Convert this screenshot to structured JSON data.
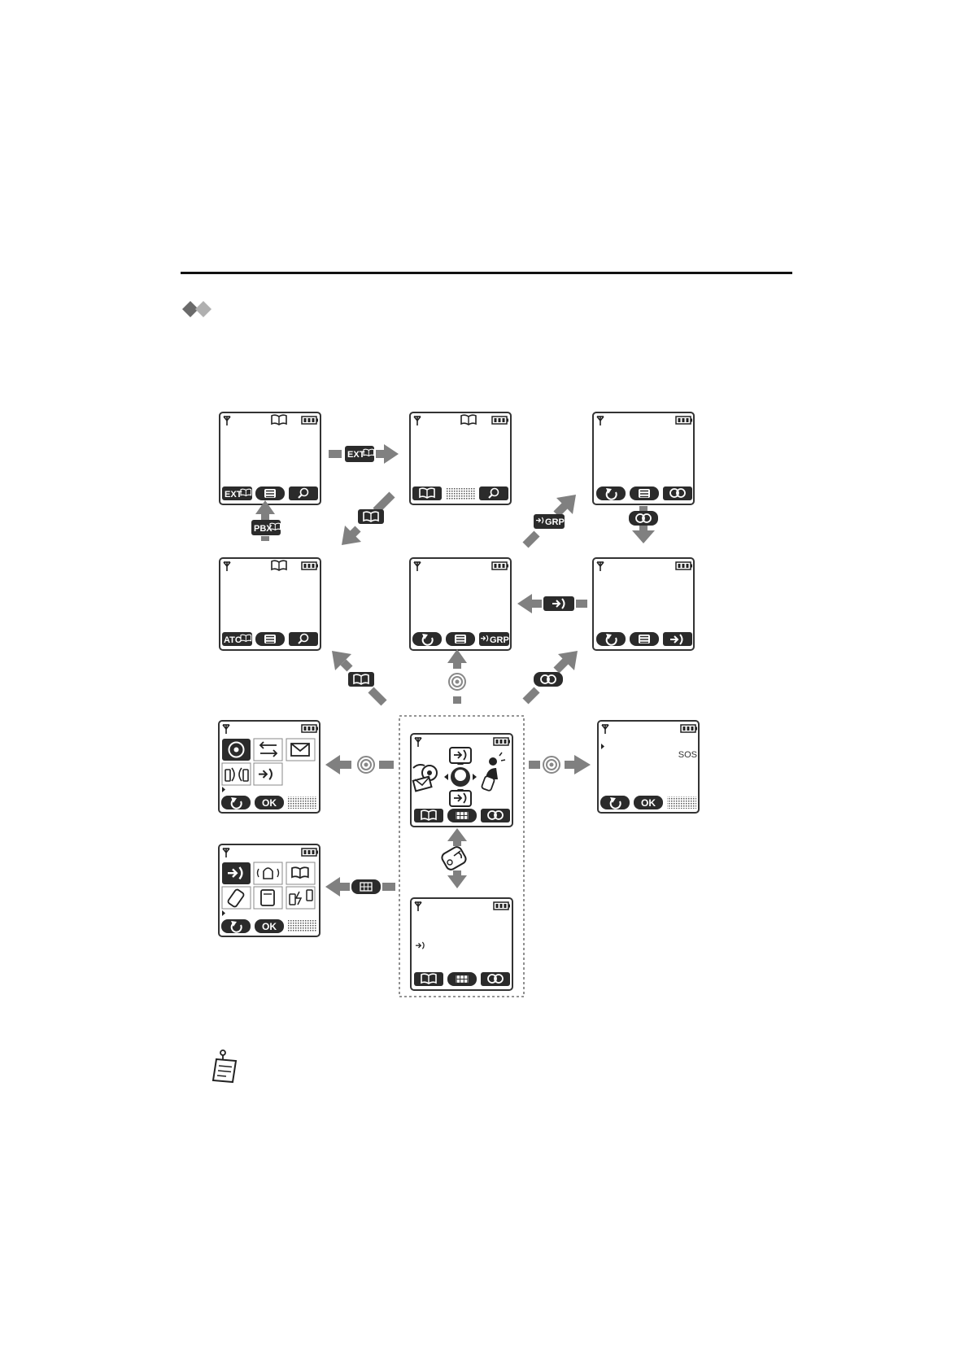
{
  "labels": {
    "ext_softkey": "EXT",
    "pbx_softkey": "PBX",
    "atc_softkey": "ATC",
    "grp_softkey": "GRP",
    "ok_softkey": "OK",
    "arrow_ext": "EXT",
    "arrow_pbx": "PBX",
    "arrow_grp": "GRP",
    "sos_text": "SOS"
  },
  "icons": {
    "section_marker": "double-diamond-icon",
    "note": "notepad-icon",
    "signal": "antenna-icon",
    "battery": "battery-icon",
    "phonebook": "phonebook-icon",
    "search": "search-icon",
    "menu": "menu-list-icon",
    "back": "back-icon",
    "intercom": "intercom-icon",
    "transfer": "transfer-icon",
    "navigator": "navigator-key-icon",
    "keypad": "keypad-icon",
    "off_hook": "off-hook-icon"
  },
  "colors": {
    "arrow": "#808080",
    "softkey": "#2b2b2b",
    "frame": "#333333"
  }
}
